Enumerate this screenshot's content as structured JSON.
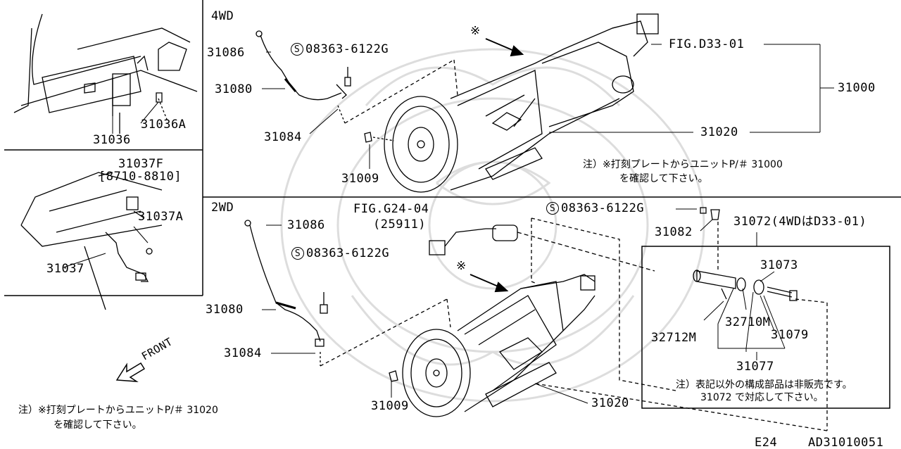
{
  "sections": {
    "top_right": "4WD",
    "bottom_right": "2WD"
  },
  "callouts": {
    "p31036": "31036",
    "p31036A": "31036A",
    "p31037F": "31037F",
    "p31037F_range": "[8710-8810]",
    "p31037A": "31037A",
    "p31037": "31037",
    "t_31086": "31086",
    "t_31080": "31080",
    "t_31084": "31084",
    "t_31009": "31009",
    "t_bolt": "08363-6122G",
    "t_fig": "FIG.D33-01",
    "t_31000": "31000",
    "t_31020": "31020",
    "b_31086": "31086",
    "b_31080": "31080",
    "b_31084": "31084",
    "b_31009": "31009",
    "b_bolt1": "08363-6122G",
    "b_bolt2": "08363-6122G",
    "b_fig": "FIG.G24-04",
    "b_fig_sub": "(25911)",
    "b_31082": "31082",
    "b_31072": "31072(4WDはD33-01)",
    "b_31073": "31073",
    "b_32712M": "32712M",
    "b_32710M": "32710M",
    "b_31079": "31079",
    "b_31077": "31077",
    "b_31020": "31020",
    "front": "FRONT",
    "s_symbol": "S",
    "asterisk_top": "※",
    "asterisk_bottom": "※"
  },
  "notes": {
    "top_note_line1": "注）※打刻プレートからユニットP/＃ 31000",
    "top_note_line2": "を確認して下さい。",
    "bottom_left_line1": "注）※打刻プレートからユニットP/＃ 31020",
    "bottom_left_line2": "を確認して下さい。",
    "kit_note_line1": "注）表記以外の構成部品は非販売です。",
    "kit_note_line2": "31072 で対応して下さい。"
  },
  "footer": {
    "page": "E24",
    "code": "AD31010051"
  }
}
